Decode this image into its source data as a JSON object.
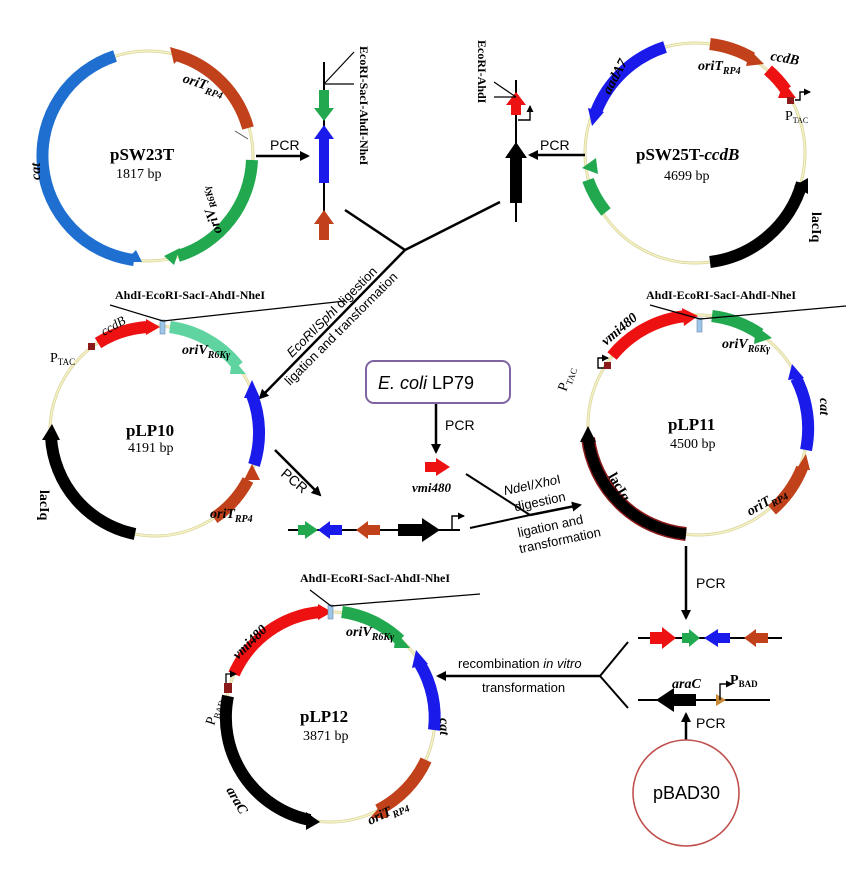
{
  "plasmids": {
    "psw23t": {
      "name": "pSW23T",
      "size": "1817 bp"
    },
    "psw25t": {
      "name": "pSW25T-",
      "name_italic": "ccdB",
      "size": "4699 bp"
    },
    "plp10": {
      "name": "pLP10",
      "size": "4191 bp"
    },
    "plp11": {
      "name": "pLP11",
      "size": "4500 bp"
    },
    "plp12": {
      "name": "pLP12",
      "size": "3871 bp"
    },
    "pbad30": {
      "name": "pBAD30"
    }
  },
  "source": {
    "text": "E. coli",
    "strain": " LP79"
  },
  "genes": {
    "oriT": "oriT",
    "rp4": "RP4",
    "oriV": "oriV",
    "r6k": "R6Kγ",
    "cat": "cat",
    "aadA7": "aadA7",
    "ccdB": "ccdB",
    "lacIq": "lacIq",
    "vmi480": "vmi480",
    "araC": "araC",
    "P": "P",
    "tac": "TAC",
    "bad": "BAD"
  },
  "sites": {
    "psw23t_insert": "EcoRI-SacI-AhdI-NheI",
    "psw25t_insert": "EcoRI-AhdI",
    "mcs": "AhdI-EcoRI-SacI-AhdI-NheI"
  },
  "steps": {
    "pcr": "PCR",
    "digest1_a": "EcoRI/SphI digestion",
    "digest1_b": "ligation and  transformation",
    "digest2_a": "NdeI/XhoI",
    "digest2_b": "digestion",
    "digest2_c": "ligation and",
    "digest2_d": "transformation",
    "recomb": "recombination in vitro",
    "transform": "transformation"
  },
  "colors": {
    "oriT": "#c0411a",
    "oriV": "#22a94f",
    "cat": "#1a1aeb",
    "cat_blue_light": "#1f6fd1",
    "ccdB": "#ee1111",
    "vmi480": "#ee1111",
    "lacIq": "#000000",
    "araC": "#000000",
    "backbone": "#f2efb8",
    "oriV_light": "#5fd4a0",
    "pbad_circle": "#c0504d",
    "box_border": "#8064a2"
  }
}
